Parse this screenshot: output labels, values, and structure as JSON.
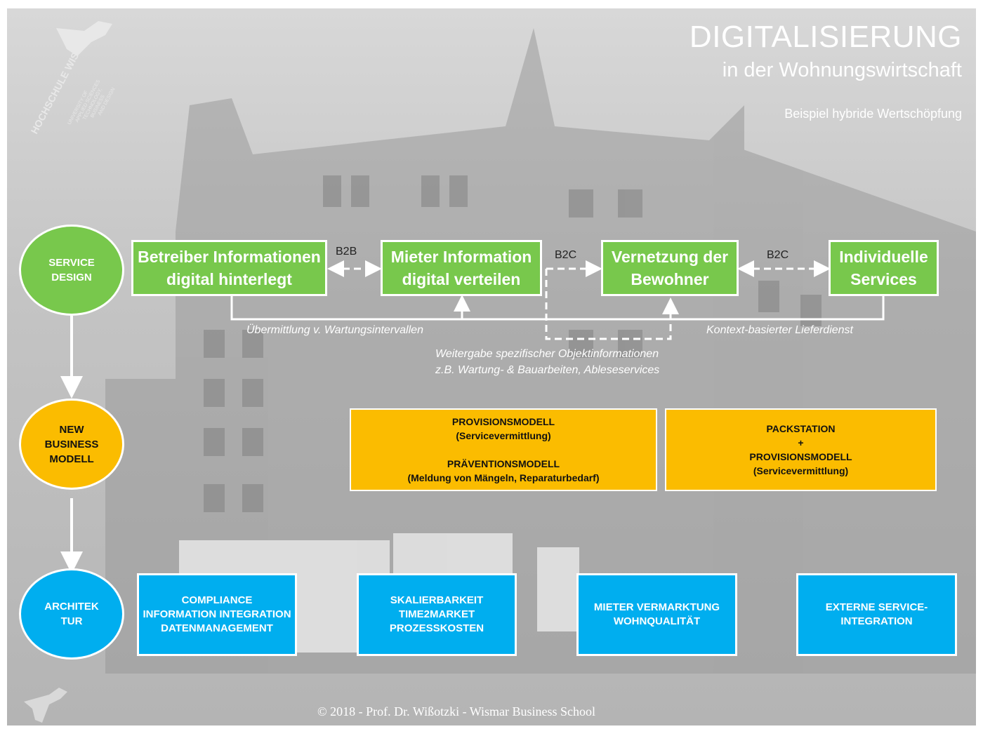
{
  "title": {
    "main": "DIGITALISIERUNG",
    "sub": "in der Wohnungswirtschaft",
    "example": "Beispiel hybride Wertschöpfung"
  },
  "logo": {
    "name": "HOCHSCHULE WISMAR",
    "tagline": "UNIVERSITY OF APPLIED SCIENCES TECHNOLOGY, BUSINESS AND DESIGN"
  },
  "rows": {
    "service_design": "SERVICE DESIGN",
    "new_business": "NEW BUSINESS MODELL",
    "architektur": "ARCHITEK TUR"
  },
  "service_boxes": [
    {
      "line1": "Betreiber Informationen",
      "line2": "digital hinterlegt"
    },
    {
      "line1": "Mieter Information",
      "line2": "digital verteilen"
    },
    {
      "line1": "Vernetzung der",
      "line2": "Bewohner"
    },
    {
      "line1": "Individuelle",
      "line2": "Services"
    }
  ],
  "connector_labels": {
    "b2b": "B2B",
    "b2c_1": "B2C",
    "b2c_2": "B2C"
  },
  "annotations": {
    "wartung": "Übermittlung v. Wartungsintervallen",
    "lieferdienst": "Kontext-basierter Lieferdienst",
    "weitergabe_1": "Weitergabe spezifischer Objektinformationen",
    "weitergabe_2": "z.B. Wartung- & Bauarbeiten, Ableseservices"
  },
  "business_boxes": [
    {
      "lines": [
        "PROVISIONSMODELL",
        "(Servicevermittlung)",
        "",
        "PRÄVENTIONSMODELL",
        "(Meldung von Mängeln, Reparaturbedarf)"
      ]
    },
    {
      "lines": [
        "PACKSTATION",
        "+",
        "PROVISIONSMODELL",
        "(Servicevermittlung)"
      ]
    }
  ],
  "architecture_boxes": [
    {
      "lines": [
        "COMPLIANCE",
        "INFORMATION INTEGRATION",
        "DATENMANAGEMENT"
      ]
    },
    {
      "lines": [
        "SKALIERBARKEIT",
        "TIME2MARKET",
        "PROZESSKOSTEN"
      ]
    },
    {
      "lines": [
        "MIETER VERMARKTUNG",
        "WOHNQUALITÄT"
      ]
    },
    {
      "lines": [
        "EXTERNE SERVICE-",
        "INTEGRATION"
      ]
    }
  ],
  "footer": "© 2018 -  Prof. Dr. Wißotzki  - Wismar Business School",
  "colors": {
    "green": "#78c84c",
    "orange": "#fbbc00",
    "blue": "#00aeef",
    "white": "#ffffff"
  }
}
